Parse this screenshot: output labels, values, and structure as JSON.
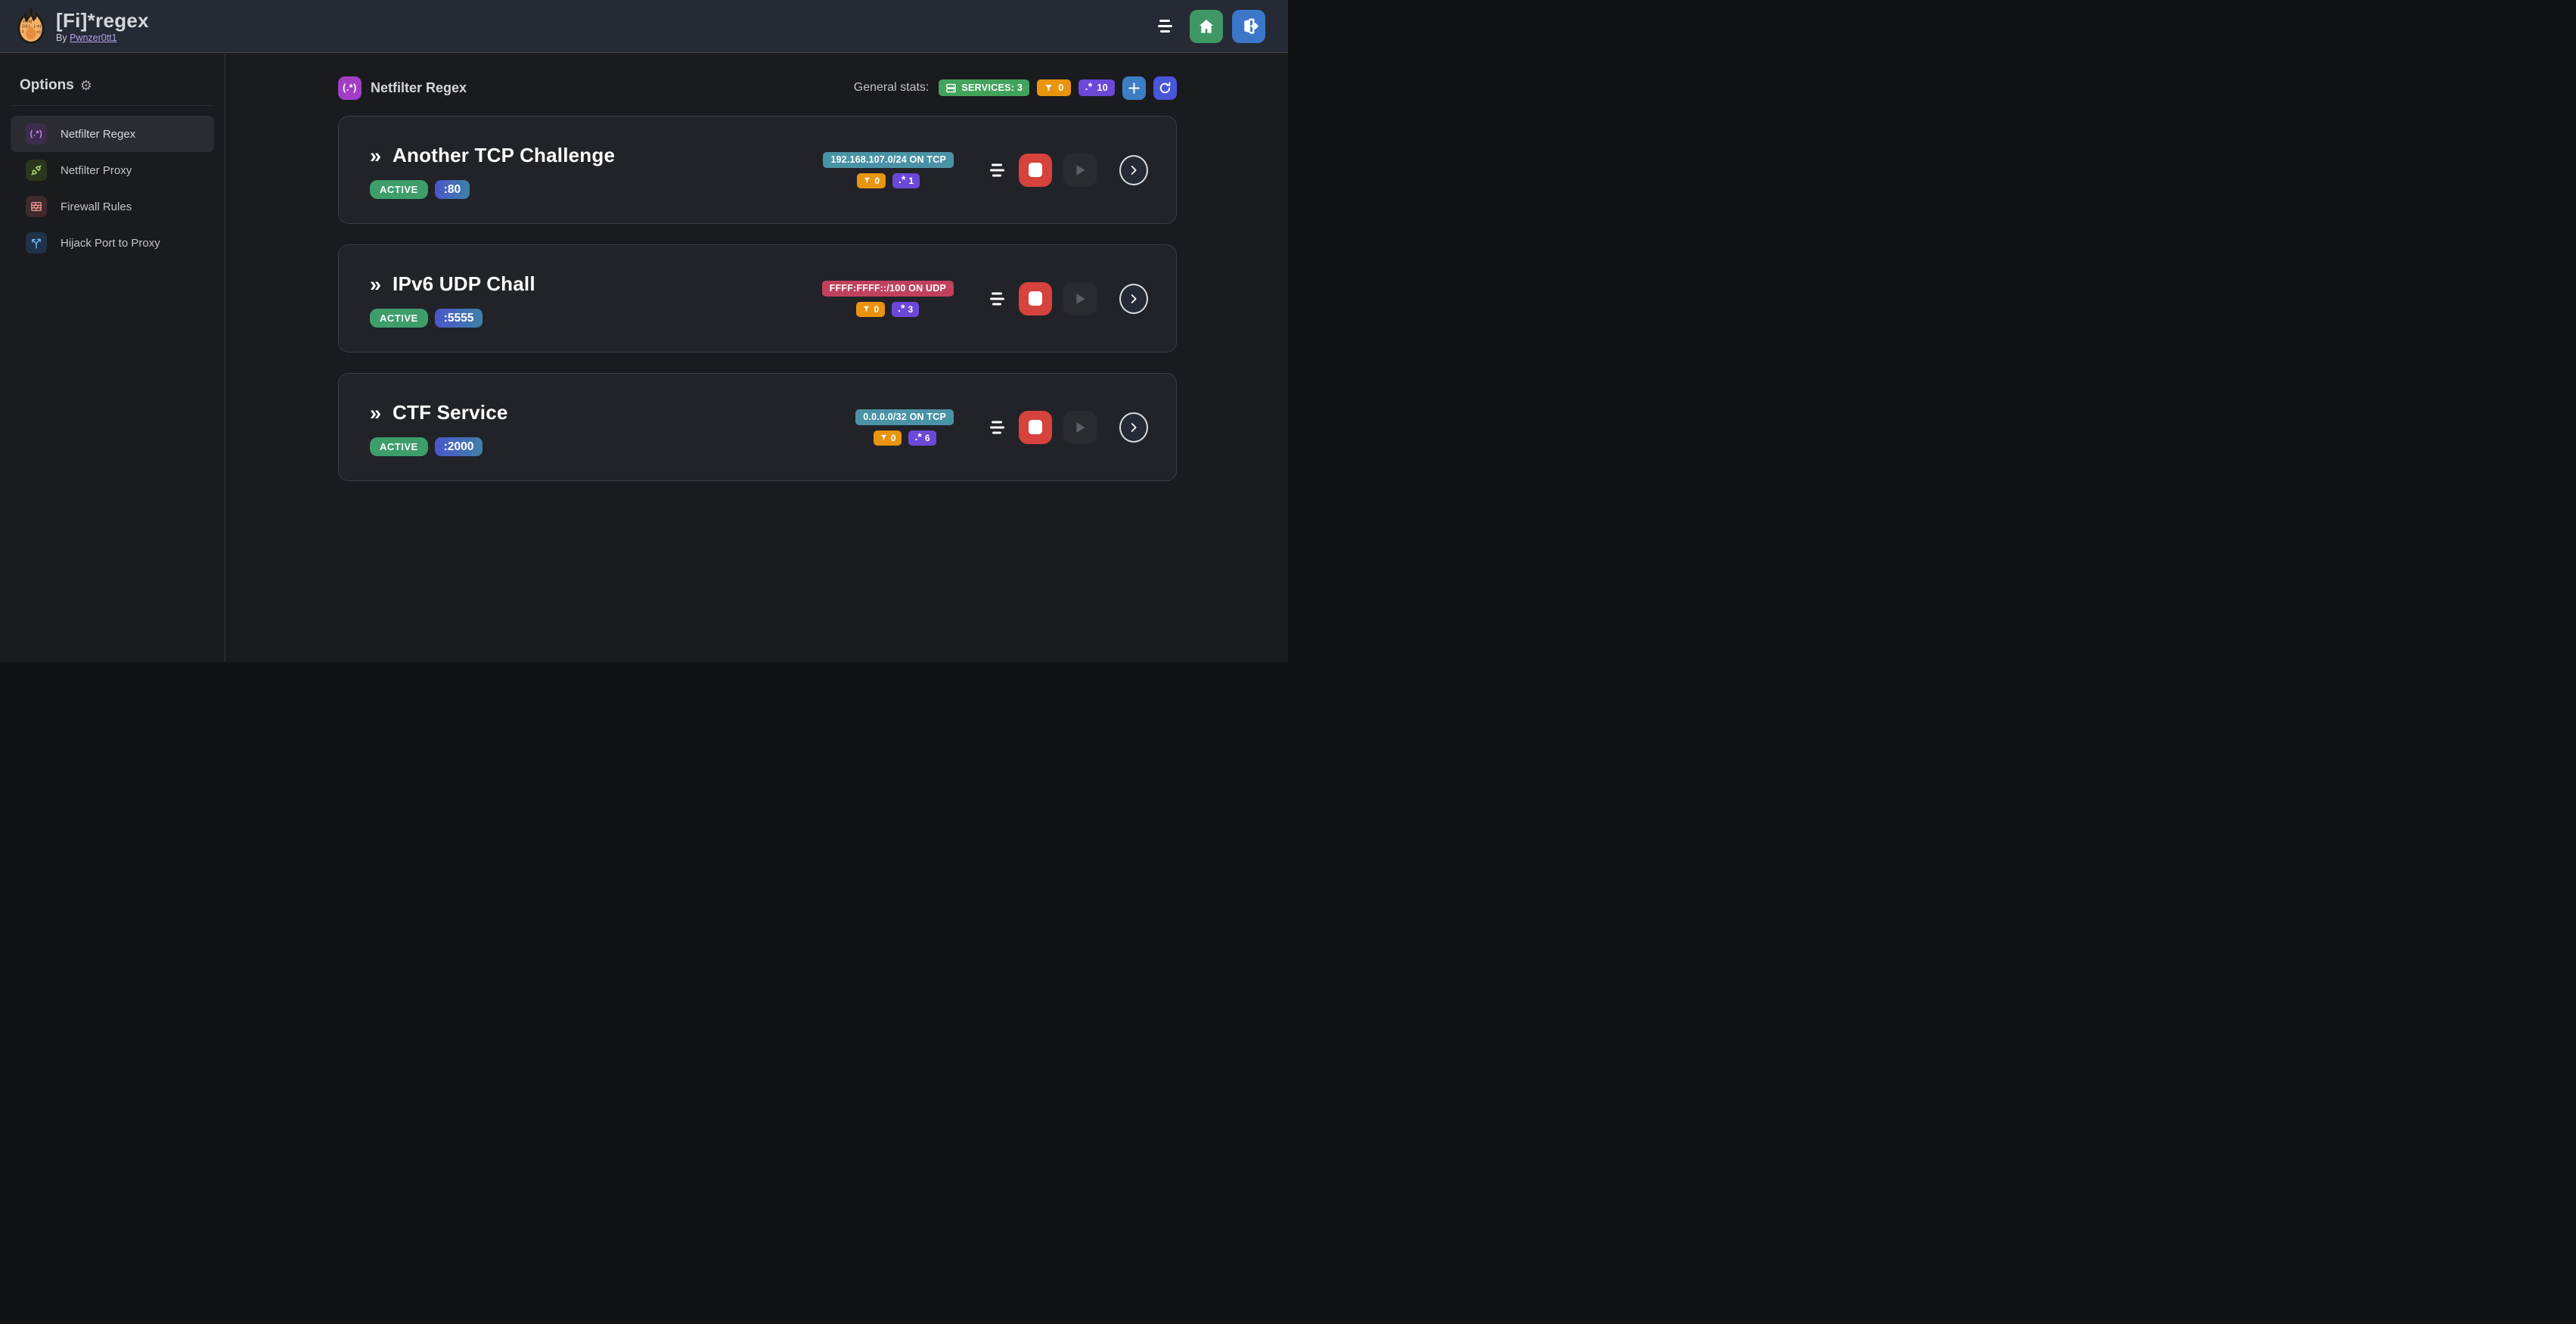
{
  "header": {
    "app_title": "[Fi]*regex",
    "byline_prefix": "By",
    "author_link": "Pwnzer0tt1"
  },
  "sidebar": {
    "title": "Options",
    "gear_glyph": "⚙",
    "items": [
      {
        "label": "Netfilter Regex",
        "icon": "regex-icon",
        "glyph": "(.*)",
        "active": true
      },
      {
        "label": "Netfilter Proxy",
        "icon": "plug-connected-icon",
        "active": false
      },
      {
        "label": "Firewall Rules",
        "icon": "brick-wall-icon",
        "active": false
      },
      {
        "label": "Hijack Port to Proxy",
        "icon": "split-arrows-icon",
        "active": false
      }
    ]
  },
  "main": {
    "section_icon_glyph": "(.*)",
    "section_title": "Netfilter Regex",
    "general_stats": {
      "label": "General stats:",
      "services_badge": "SERVICES: 3",
      "filter_count": "0",
      "regex_glyph": ".*",
      "regex_count": "10"
    },
    "services": [
      {
        "chevron_glyph": "»",
        "title": "Another TCP Challenge",
        "status": "ACTIVE",
        "port": ":80",
        "target": "192.168.107.0/24 ON TCP",
        "target_color": "teal",
        "filter_count": "0",
        "regex_glyph": ".*",
        "regex_count": "1"
      },
      {
        "chevron_glyph": "»",
        "title": "IPv6 UDP Chall",
        "status": "ACTIVE",
        "port": ":5555",
        "target": "FFFF:FFFF::/100 ON UDP",
        "target_color": "pink",
        "filter_count": "0",
        "regex_glyph": ".*",
        "regex_count": "3"
      },
      {
        "chevron_glyph": "»",
        "title": "CTF Service",
        "status": "ACTIVE",
        "port": ":2000",
        "target": "0.0.0.0/32 ON TCP",
        "target_color": "teal",
        "filter_count": "0",
        "regex_glyph": ".*",
        "regex_count": "6"
      }
    ]
  },
  "colors": {
    "header_bg": "#262a34",
    "page_bg": "#1a1b1e",
    "card_bg": "#222329",
    "card_border": "#3b3e46",
    "brand_purple": "#a23ec6",
    "active_green": "#3e9e6a",
    "port_gradient_from": "#4a56cc",
    "port_gradient_to": "#3f81a7",
    "target_teal": "#4a93a6",
    "target_pink": "#c0415c",
    "services_green": "#42a35b",
    "filter_orange": "#e8940f",
    "regex_purple": "#6c48d8",
    "stop_red": "#d6423c",
    "home_green": "#3e9765",
    "logout_blue": "#3b76c9",
    "add_blue": "#3c7dc4",
    "refresh_indigo": "#4955db"
  }
}
